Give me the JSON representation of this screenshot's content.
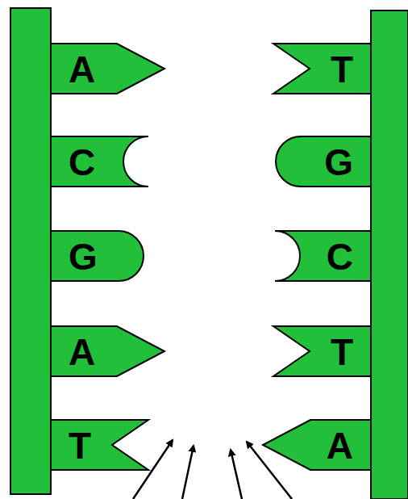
{
  "diagram": {
    "nodes": [
      {
        "text": [
          "A"
        ]
      },
      {
        "text": [
          "T"
        ]
      },
      {
        "text": [
          "C"
        ]
      },
      {
        "text": [
          "G"
        ]
      },
      {
        "text": [
          "G"
        ]
      },
      {
        "text": [
          "C"
        ]
      },
      {
        "text": [
          "A"
        ]
      },
      {
        "text": [
          "T"
        ]
      },
      {
        "text": [
          "T"
        ]
      },
      {
        "text": [
          "A"
        ]
      }
    ]
  }
}
